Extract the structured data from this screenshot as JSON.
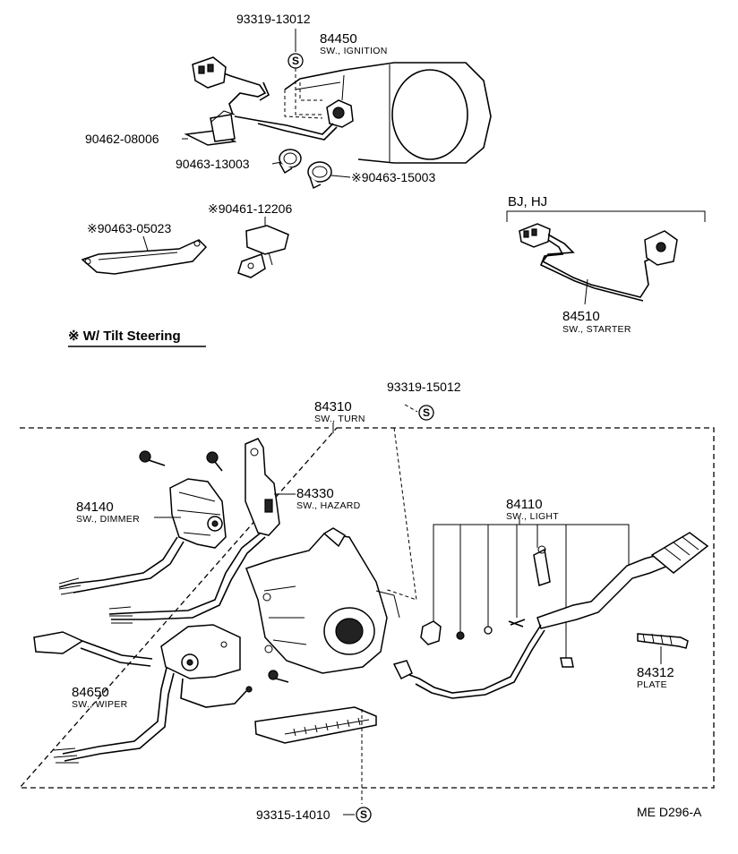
{
  "labels": {
    "p93319_13012": "93319-13012",
    "p84450": "84450",
    "p84450_desc": "SW., IGNITION",
    "p90462_08006": "90462-08006",
    "p90463_13003": "90463-13003",
    "p90463_15003": "※90463-15003",
    "p90461_12206": "※90461-12206",
    "p90463_05023": "※90463-05023",
    "bj_hj": "BJ, HJ",
    "p84510": "84510",
    "p84510_desc": "SW., STARTER",
    "tilt_note": "※  W/ Tilt Steering",
    "p93319_15012": "93319-15012",
    "p84310": "84310",
    "p84310_desc": "SW., TURN",
    "p84140": "84140",
    "p84140_desc": "SW., DIMMER",
    "p84330": "84330",
    "p84330_desc": "SW., HAZARD",
    "p84110": "84110",
    "p84110_desc": "SW., LIGHT",
    "p84650": "84650",
    "p84650_desc": "SW., WIPER",
    "p84312": "84312",
    "p84312_desc": "PLATE",
    "p93315_14010": "93315-14010",
    "s_mark": "S",
    "ref_code": "ME  D296-A"
  }
}
